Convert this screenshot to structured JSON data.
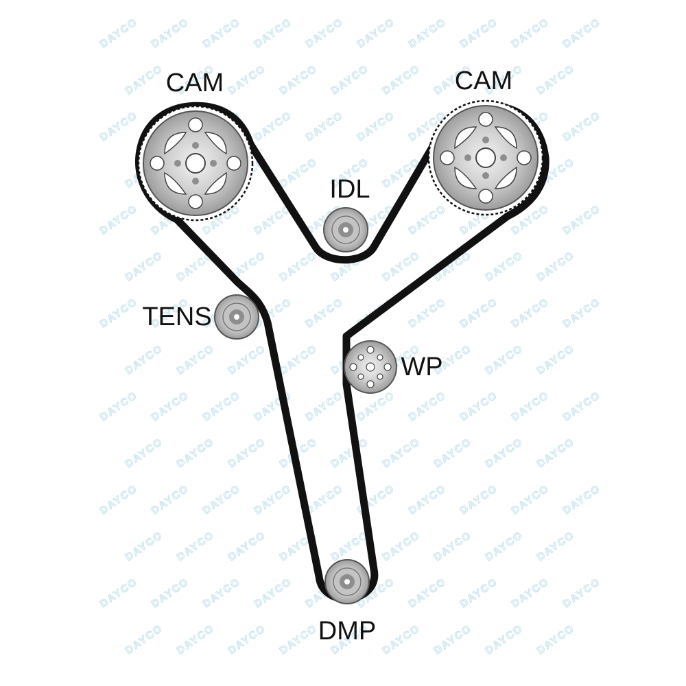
{
  "diagram": {
    "watermark": "DAYCO",
    "labels": {
      "cam_left": "CAM",
      "cam_right": "CAM",
      "idler": "IDL",
      "tensioner": "TENS",
      "water_pump": "WP",
      "damper": "DMP"
    },
    "colors": {
      "belt": "#111111",
      "pulley_fill": "#d6d6d6",
      "pulley_hub": "#8e8e8e",
      "watermark": "#c9e4ee"
    }
  }
}
